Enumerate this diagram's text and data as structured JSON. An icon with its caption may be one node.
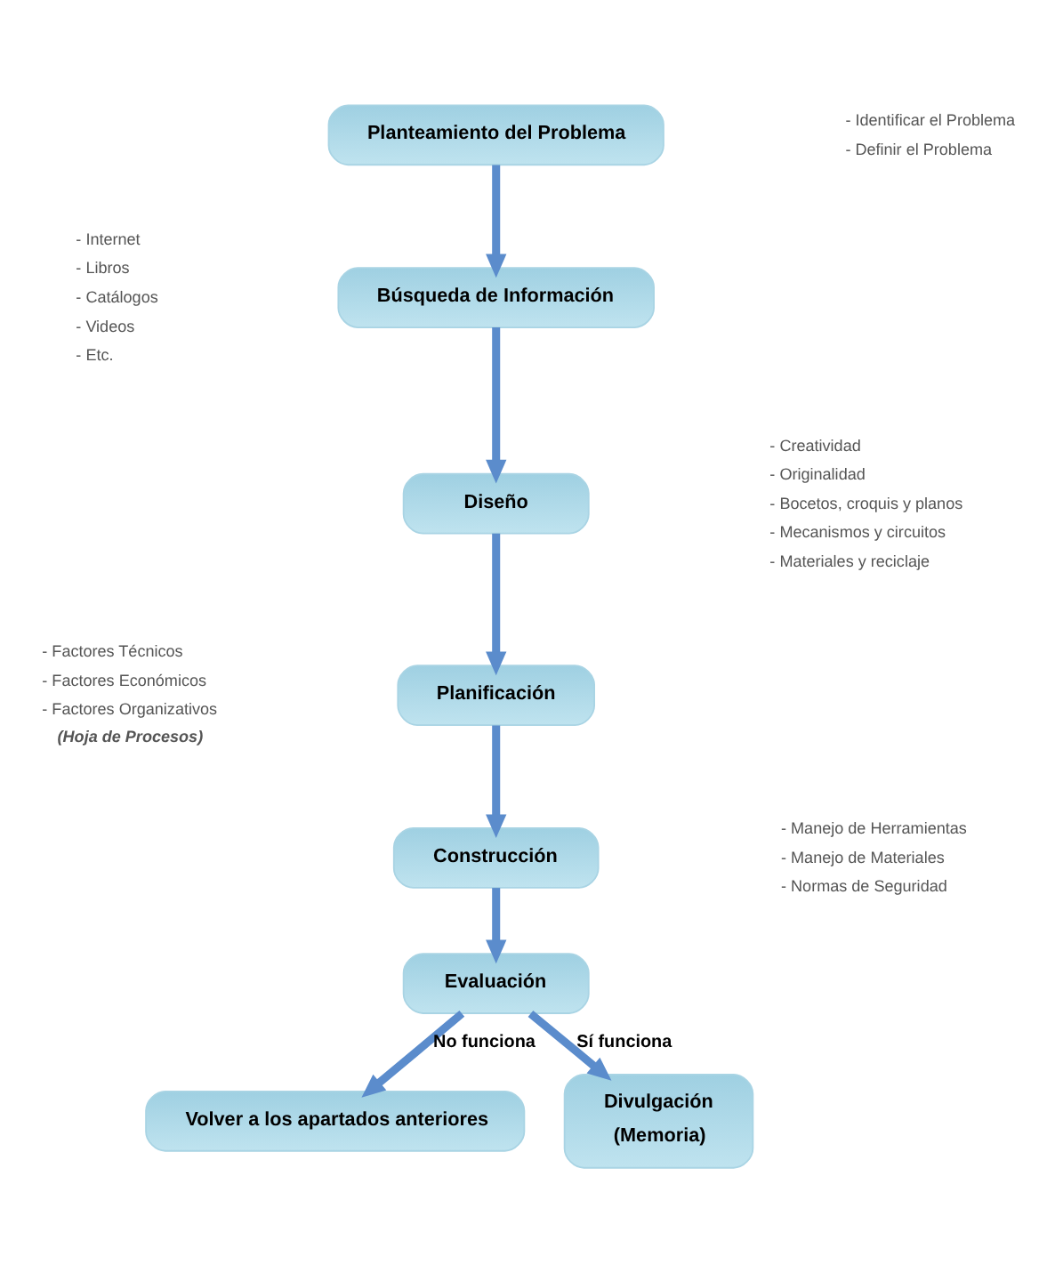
{
  "diagram": {
    "nodes": [
      {
        "text": [
          "Planteamiento del Problema"
        ],
        "beside": [
          "- Identificar el Problema",
          "- Definir el Problema"
        ]
      },
      {
        "text": [
          "Búsqueda de Información"
        ],
        "beside": [
          "- Internet",
          "- Libros",
          "- Catálogos",
          "- Videos",
          "- Etc."
        ]
      },
      {
        "text": [
          "Diseño"
        ],
        "beside": [
          "- Creatividad",
          "- Originalidad",
          "- Bocetos, croquis y planos",
          "- Mecanismos y circuitos",
          "- Materiales y reciclaje"
        ]
      },
      {
        "text": [
          "Planificación"
        ],
        "beside": [
          "- Factores Técnicos",
          "- Factores Económicos",
          "- Factores Organizativos",
          "(Hoja de Procesos)"
        ]
      },
      {
        "text": [
          "Construcción"
        ],
        "beside": [
          "- Manejo de Herramientas",
          "- Manejo de Materiales",
          "- Normas de Seguridad"
        ]
      },
      {
        "text": [
          "Evaluación"
        ]
      },
      {
        "text": [
          "Volver a los apartados anteriores"
        ]
      },
      {
        "text": [
          "Divulgación",
          "(Memoria)"
        ]
      }
    ],
    "edges": [
      {
        "from": 0,
        "to": 1,
        "arrow": "to"
      },
      {
        "from": 1,
        "to": 2,
        "arrow": "to"
      },
      {
        "from": 2,
        "to": 3,
        "arrow": "to"
      },
      {
        "from": 3,
        "to": 4,
        "arrow": "to"
      },
      {
        "from": 4,
        "to": 5,
        "arrow": "to"
      },
      {
        "from": 5,
        "to": 6,
        "label": "No funciona",
        "arrow": "to"
      },
      {
        "from": 5,
        "to": 7,
        "label": "Sí funciona",
        "arrow": "to"
      }
    ]
  }
}
